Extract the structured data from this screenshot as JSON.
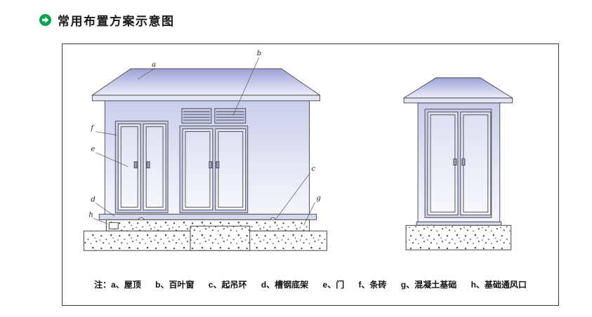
{
  "header": {
    "title": "常用布置方案示意图"
  },
  "diagram": {
    "markers": [
      "a",
      "b",
      "c",
      "d",
      "e",
      "f",
      "g",
      "h"
    ],
    "legend": {
      "prefix": "注：",
      "items": [
        "a、屋顶",
        "b、百叶窗",
        "c、起吊环",
        "d、槽钢底架",
        "e、门",
        "f、条砖",
        "g、混凝土基础",
        "h、基础通风口"
      ]
    }
  },
  "colors": {
    "accent_green": "#00a551",
    "roof_fill_top": "#9ba3d6",
    "body_fill": "#d6d9ef",
    "line": "#444444",
    "box_border": "#3a3a3a"
  }
}
